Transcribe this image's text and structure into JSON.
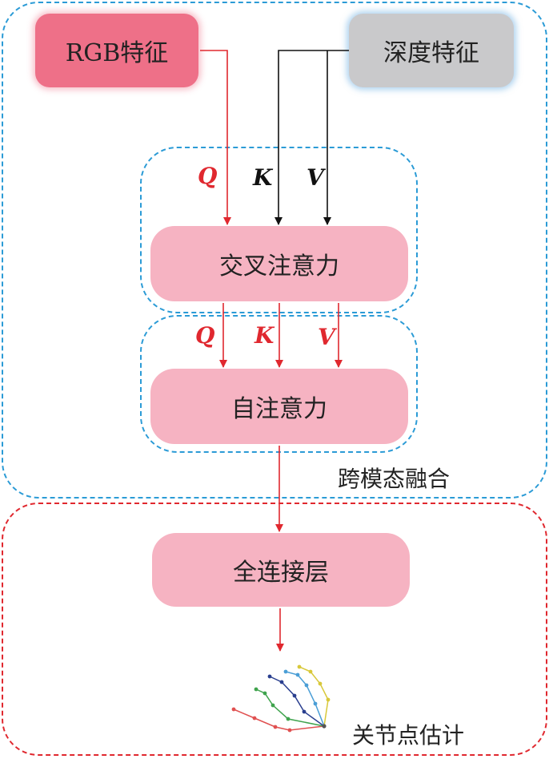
{
  "features": {
    "rgb": "RGB特征",
    "depth": "深度特征"
  },
  "blocks": {
    "cross_attention": "交叉注意力",
    "self_attention": "自注意力",
    "fully_connected": "全连接层"
  },
  "groups": {
    "fusion": "跨模态融合",
    "keypoint": "关节点估计"
  },
  "qkv": {
    "cross": {
      "q": "Q",
      "k": "K",
      "v": "V"
    },
    "self": {
      "q": "Q",
      "k": "K",
      "v": "V"
    }
  },
  "colors": {
    "blue_dash": "#2b9bd6",
    "red_dash": "#e0282f",
    "rgb_box": "#ee7088",
    "depth_box": "#c9c9cb",
    "block_pink": "#f6b3c2",
    "red_arrow": "#e0282f",
    "black_arrow": "#111111"
  },
  "icons": {
    "hand_skeleton": "hand-skeleton-icon"
  }
}
